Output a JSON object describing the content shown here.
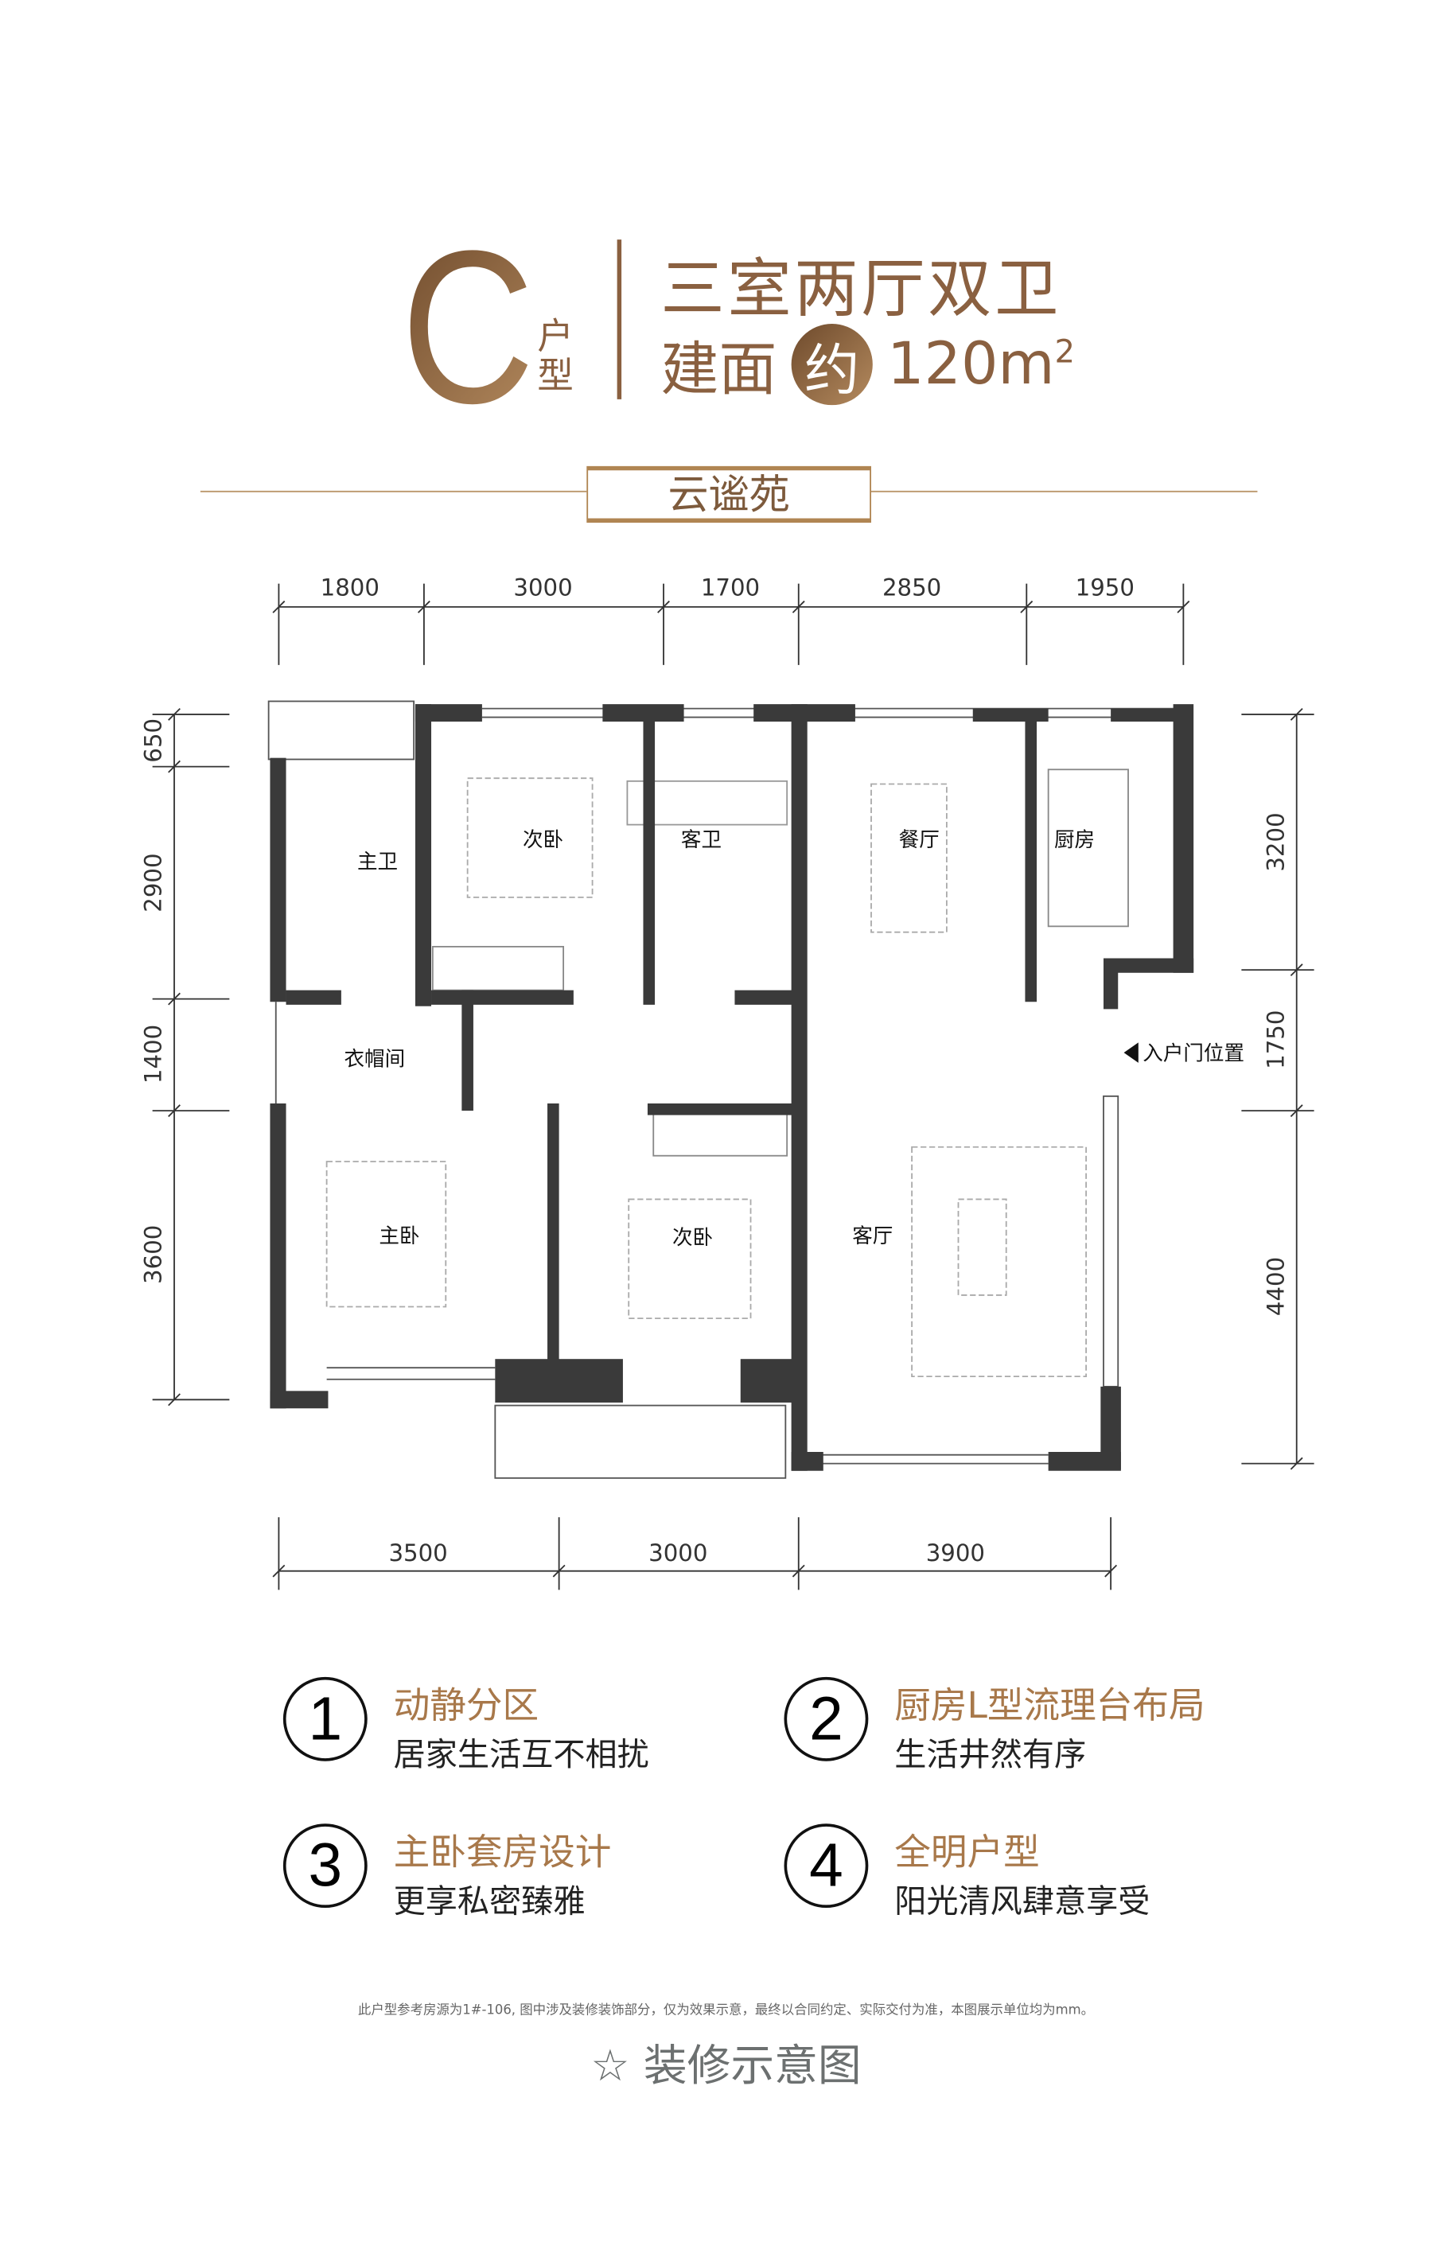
{
  "header": {
    "type_letter": "C",
    "type_suffix": "户型",
    "layout": "三室两厅双卫",
    "area_label": "建面",
    "approx": "约",
    "area_value": "120m",
    "area_sup": "2",
    "project": "云谧苑"
  },
  "plan": {
    "dims_top": [
      "1800",
      "3000",
      "1700",
      "2850",
      "1950"
    ],
    "dims_bottom": [
      "3500",
      "3000",
      "3900"
    ],
    "dims_left": [
      "650",
      "2900",
      "1400",
      "3600"
    ],
    "dims_right": [
      "3200",
      "1750",
      "4400"
    ],
    "rooms": {
      "master_bath": "主卫",
      "second_bed_1": "次卧",
      "guest_bath": "客卫",
      "dining": "餐厅",
      "kitchen": "厨房",
      "cloakroom": "衣帽间",
      "entrance": "入户门位置",
      "master_bed": "主卧",
      "second_bed_2": "次卧",
      "living": "客厅"
    }
  },
  "features": [
    {
      "num": "1",
      "title": "动静分区",
      "sub": "居家生活互不相扰"
    },
    {
      "num": "2",
      "title": "厨房L型流理台布局",
      "sub": "生活井然有序"
    },
    {
      "num": "3",
      "title": "主卧套房设计",
      "sub": "更享私密臻雅"
    },
    {
      "num": "4",
      "title": "全明户型",
      "sub": "阳光清风肆意享受"
    }
  ],
  "note": "此户型参考房源为1#-106, 图中涉及装修装饰部分，仅为效果示意，最终以合同约定、实际交付为准，本图展示单位均为mm。",
  "footer": {
    "star": "☆",
    "label": "装修示意图"
  },
  "colors": {
    "gold": "#a8784a",
    "wall": "#3a3a3a"
  }
}
